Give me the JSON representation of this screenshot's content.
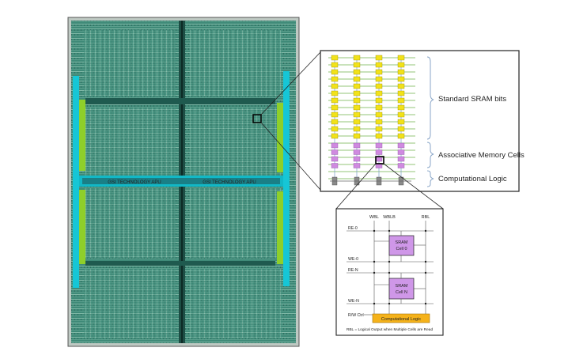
{
  "chip": {
    "center_strip_text": [
      "GSI TECHNOLOGY APU",
      "GSI TECHNOLOGY APU"
    ]
  },
  "zoom_panel": {
    "labels": {
      "sram": "Standard SRAM bits",
      "assoc": "Associative Memory Cells",
      "logic": "Computational Logic"
    }
  },
  "circuit": {
    "col_labels": {
      "wbl": "WBL",
      "wblb": "WBLB",
      "rbl": "RBL"
    },
    "row_labels": {
      "re0": "RE-0",
      "we0": "WE-0",
      "ren": "RE-N",
      "wen": "WE-N",
      "rw": "R/W Ctrl"
    },
    "cell0": {
      "line1": "SRAM",
      "line2": "Cell 0"
    },
    "celln": {
      "line1": "SRAM",
      "line2": "Cell N"
    },
    "logic_box": "Computational Logic",
    "footnote": "RBL = Logical Output when Multiple Cells are Read"
  },
  "colors": {
    "chip_green": "#3f8a78",
    "cyan_strip": "#16c6d6",
    "lime_strip": "#8ecf2a",
    "sram_bit": "#f2e21a",
    "assoc_cell": "#d08ae0",
    "logic_block": "#8a8a8a",
    "sram_cell_box": "#cf97e8",
    "logic_box": "#f5b21a"
  }
}
